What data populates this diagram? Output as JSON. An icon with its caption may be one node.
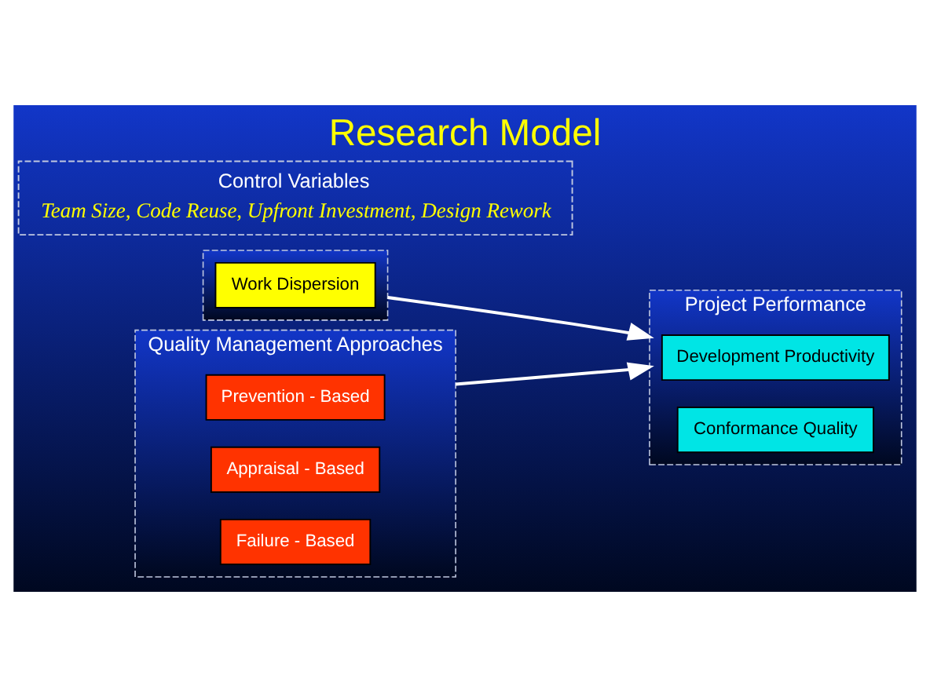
{
  "diagram": {
    "title": "Research Model",
    "nodes": [
      {
        "text": [],
        "shape": "box"
      },
      {
        "text": [
          "Work Dispersion"
        ],
        "in": 0
      },
      {
        "text": [
          "Quality Management Approaches"
        ]
      },
      {
        "text": [
          "Prevention - Based"
        ],
        "in": 2
      },
      {
        "text": [
          "Appraisal - Based"
        ],
        "in": 2
      },
      {
        "text": [
          "Failure - Based"
        ],
        "in": 2
      },
      {
        "text": [
          "Project Performance"
        ]
      },
      {
        "text": [
          "Development Productivity"
        ],
        "in": 6
      },
      {
        "text": [
          "Conformance Quality"
        ],
        "in": 6
      },
      {
        "text": [
          "Control Variables",
          "Team Size, Code Reuse, Upfront Investment, Design Rework"
        ]
      }
    ],
    "edges": [
      {
        "from": 0,
        "to": 6,
        "arrow": "to"
      },
      {
        "from": 2,
        "to": 6,
        "arrow": "to"
      }
    ]
  }
}
